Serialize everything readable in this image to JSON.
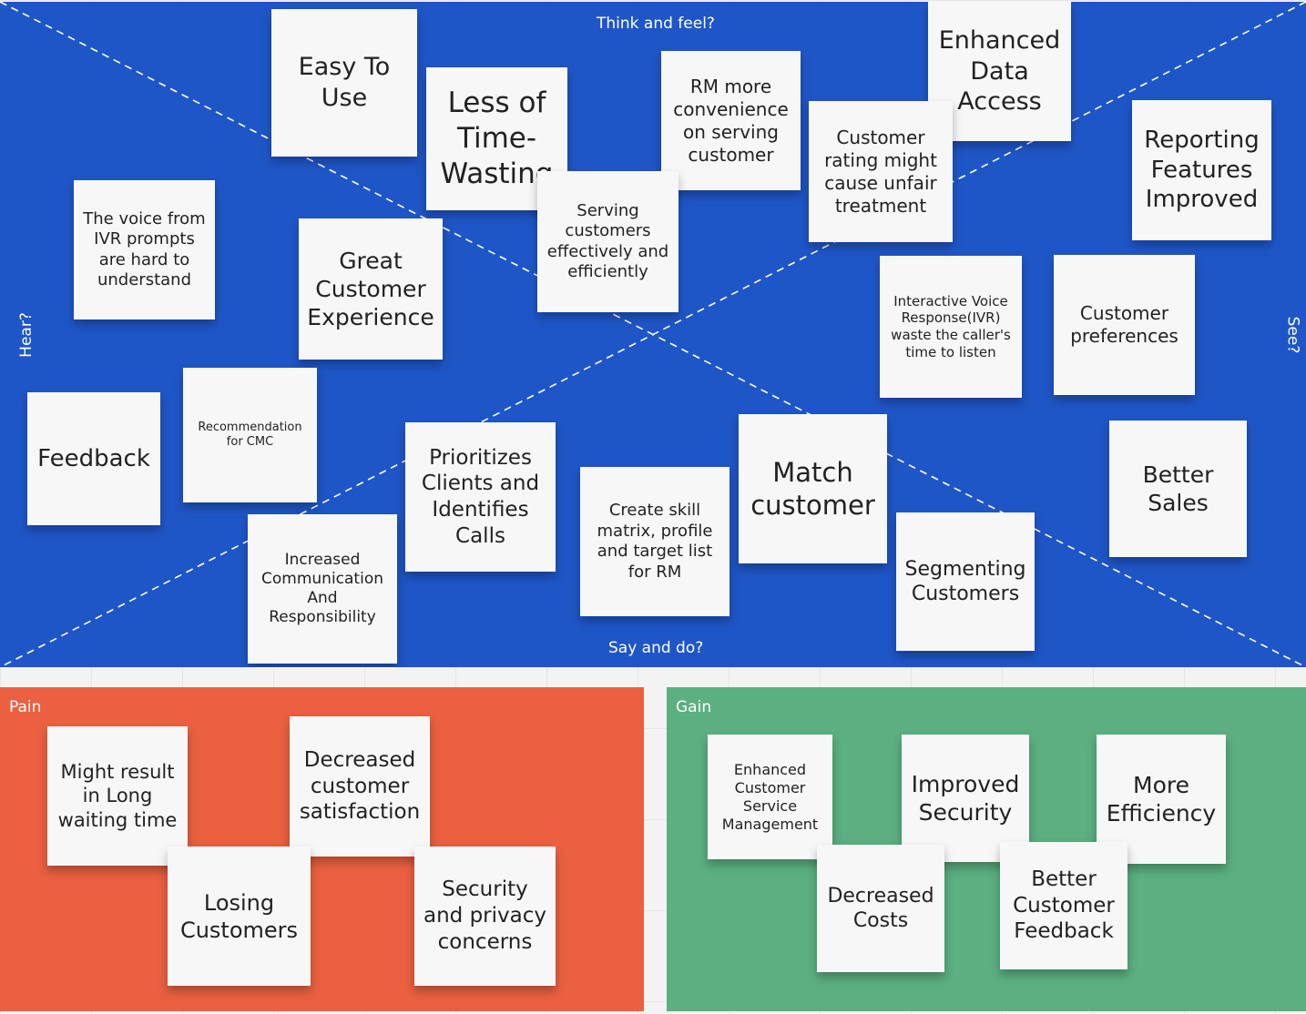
{
  "board": {
    "labels": {
      "think": "Think and feel?",
      "say": "Say and do?",
      "hear": "Hear?",
      "see": "See?"
    },
    "notes": [
      "Easy To Use",
      "Less of Time-Wasting",
      "RM more convenience on serving customer",
      "Enhanced Data Access",
      "Customer rating might cause unfair treatment",
      "Reporting Features Improved",
      "The voice from IVR prompts are hard to understand",
      "Great Customer Experience",
      "Serving customers effectively and efficiently",
      "Interactive Voice Response(IVR) waste the caller's time to listen",
      "Customer preferences",
      "Feedback",
      "Recommendation for CMC",
      "Prioritizes Clients and Identifies Calls",
      "Create skill matrix, profile and target list for RM",
      "Match customer",
      "Better Sales",
      "Increased Communication And Responsibility",
      "Segmenting Customers"
    ]
  },
  "pain": {
    "label": "Pain",
    "notes": [
      "Might result in Long waiting time",
      "Decreased customer satisfaction",
      "Losing Customers",
      "Security and privacy concerns"
    ]
  },
  "gain": {
    "label": "Gain",
    "notes": [
      "Enhanced Customer Service Management",
      "Improved Security",
      "More Efficiency",
      "Decreased Costs",
      "Better Customer Feedback"
    ]
  },
  "colors": {
    "board": "#1f56c7",
    "pain": "#ea6040",
    "gain": "#5baf80",
    "note": "#f7f7f7"
  }
}
